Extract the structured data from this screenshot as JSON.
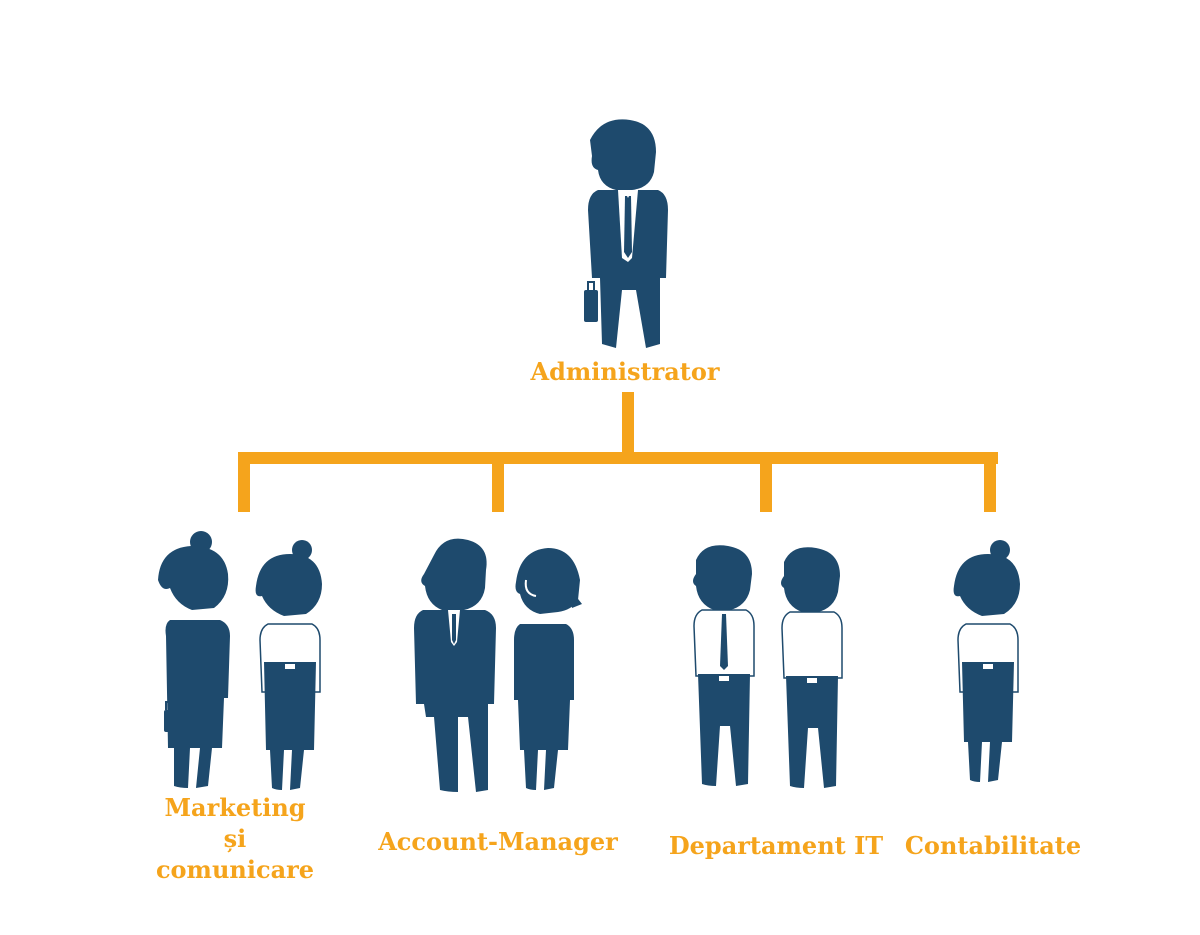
{
  "colors": {
    "accent": "#f5a41c",
    "figure": "#1e4a6d",
    "shirt": "#ffffff"
  },
  "root": {
    "label": "Administrator",
    "figure": "man-with-briefcase-icon"
  },
  "departments": [
    {
      "lines": [
        "Marketing",
        "și",
        "comunicare"
      ],
      "figures": [
        "woman-with-handbag-icon",
        "woman-in-blouse-icon"
      ]
    },
    {
      "label": "Account-Manager",
      "figures": [
        "man-in-suit-icon",
        "woman-with-headset-icon"
      ]
    },
    {
      "label": "Departament IT",
      "figures": [
        "man-with-tie-icon",
        "man-in-shirt-icon"
      ]
    },
    {
      "label": "Contabilitate",
      "figures": [
        "woman-in-blouse-icon"
      ]
    }
  ]
}
